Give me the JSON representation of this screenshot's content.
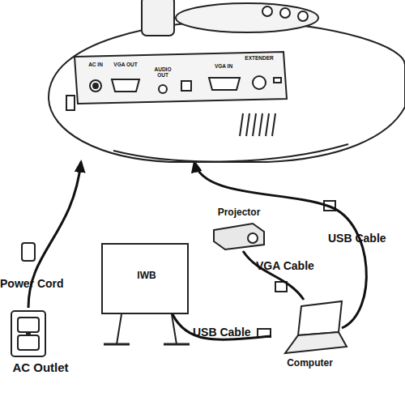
{
  "diagram": {
    "nodes": [
      {
        "text": [
          "AC IN",
          "VGA OUT",
          "AUDIO OUT",
          "VGA IN",
          "EXTENDER"
        ]
      },
      {
        "text": [
          "Projector"
        ]
      },
      {
        "text": [
          "IWB"
        ]
      },
      {
        "text": [
          "Computer"
        ]
      },
      {
        "text": [
          "AC Outlet"
        ]
      }
    ],
    "edges": [
      {
        "from": 4,
        "to": 0,
        "label": "Power Cord",
        "arrow": "to"
      },
      {
        "from": 3,
        "to": 0,
        "label": "USB Cable",
        "arrow": "to"
      },
      {
        "from": 1,
        "to": 3,
        "label": "VGA Cable",
        "arrow": "none"
      },
      {
        "from": 2,
        "to": 3,
        "label": "USB Cable",
        "arrow": "none"
      }
    ]
  }
}
